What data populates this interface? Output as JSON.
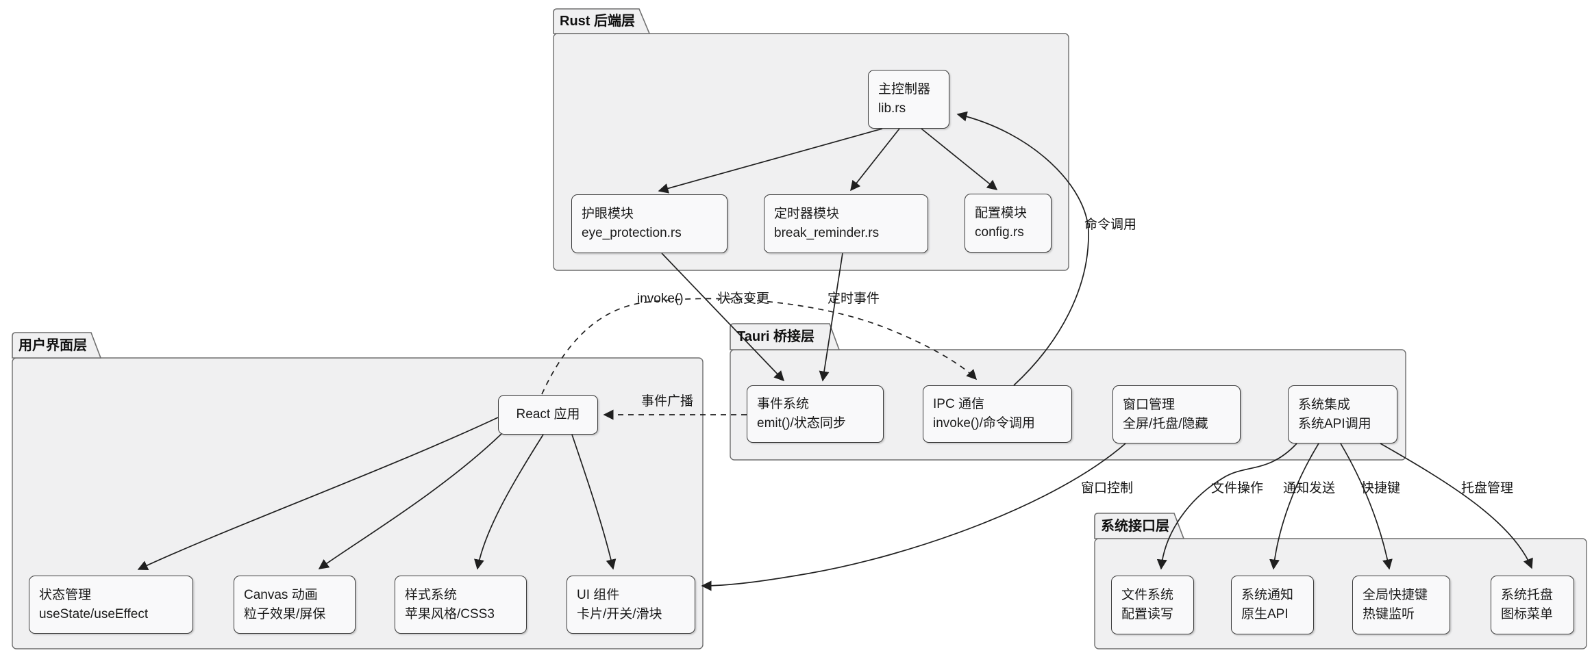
{
  "colors": {
    "background": "#ffffff",
    "package_fill": "#f0f0f1",
    "package_border": "#6e6e6e",
    "node_fill": "#f9f9fa",
    "node_border": "#3a3a3a",
    "edge": "#1f1f1f",
    "text": "#1a1a1a"
  },
  "packages": [
    {
      "title": "Rust 后端层",
      "nodes": [
        {
          "id": "main-controller",
          "lines": [
            "主控制器",
            "lib.rs"
          ]
        },
        {
          "id": "eye-protection",
          "lines": [
            "护眼模块",
            "eye_protection.rs"
          ]
        },
        {
          "id": "timer-module",
          "lines": [
            "定时器模块",
            "break_reminder.rs"
          ]
        },
        {
          "id": "config-module",
          "lines": [
            "配置模块",
            "config.rs"
          ]
        }
      ]
    },
    {
      "title": "用户界面层",
      "nodes": [
        {
          "id": "react-app",
          "lines": [
            "React 应用"
          ]
        },
        {
          "id": "state-mgmt",
          "lines": [
            "状态管理",
            "useState/useEffect"
          ]
        },
        {
          "id": "canvas-anim",
          "lines": [
            "Canvas 动画",
            "粒子效果/屏保"
          ]
        },
        {
          "id": "style-system",
          "lines": [
            "样式系统",
            "苹果风格/CSS3"
          ]
        },
        {
          "id": "ui-components",
          "lines": [
            "UI 组件",
            "卡片/开关/滑块"
          ]
        }
      ]
    },
    {
      "title": "Tauri 桥接层",
      "nodes": [
        {
          "id": "event-system",
          "lines": [
            "事件系统",
            "emit()/状态同步"
          ]
        },
        {
          "id": "ipc-comm",
          "lines": [
            "IPC 通信",
            "invoke()/命令调用"
          ]
        },
        {
          "id": "window-mgmt",
          "lines": [
            "窗口管理",
            "全屏/托盘/隐藏"
          ]
        },
        {
          "id": "system-integ",
          "lines": [
            "系统集成",
            "系统API调用"
          ]
        }
      ]
    },
    {
      "title": "系统接口层",
      "nodes": [
        {
          "id": "file-system",
          "lines": [
            "文件系统",
            "配置读写"
          ]
        },
        {
          "id": "sys-notify",
          "lines": [
            "系统通知",
            "原生API"
          ]
        },
        {
          "id": "global-hotkey",
          "lines": [
            "全局快捷键",
            "热键监听"
          ]
        },
        {
          "id": "sys-tray",
          "lines": [
            "系统托盘",
            "图标菜单"
          ]
        }
      ]
    }
  ],
  "edge_labels": [
    {
      "id": "invoke",
      "text": "invoke()"
    },
    {
      "id": "state-change",
      "text": "状态变更"
    },
    {
      "id": "timer-event",
      "text": "定时事件"
    },
    {
      "id": "event-broadcast",
      "text": "事件广播"
    },
    {
      "id": "command-call",
      "text": "命令调用"
    },
    {
      "id": "window-control",
      "text": "窗口控制"
    },
    {
      "id": "file-operation",
      "text": "文件操作"
    },
    {
      "id": "notify-send",
      "text": "通知发送"
    },
    {
      "id": "hotkey",
      "text": "快捷键"
    },
    {
      "id": "tray-manage",
      "text": "托盘管理"
    }
  ]
}
